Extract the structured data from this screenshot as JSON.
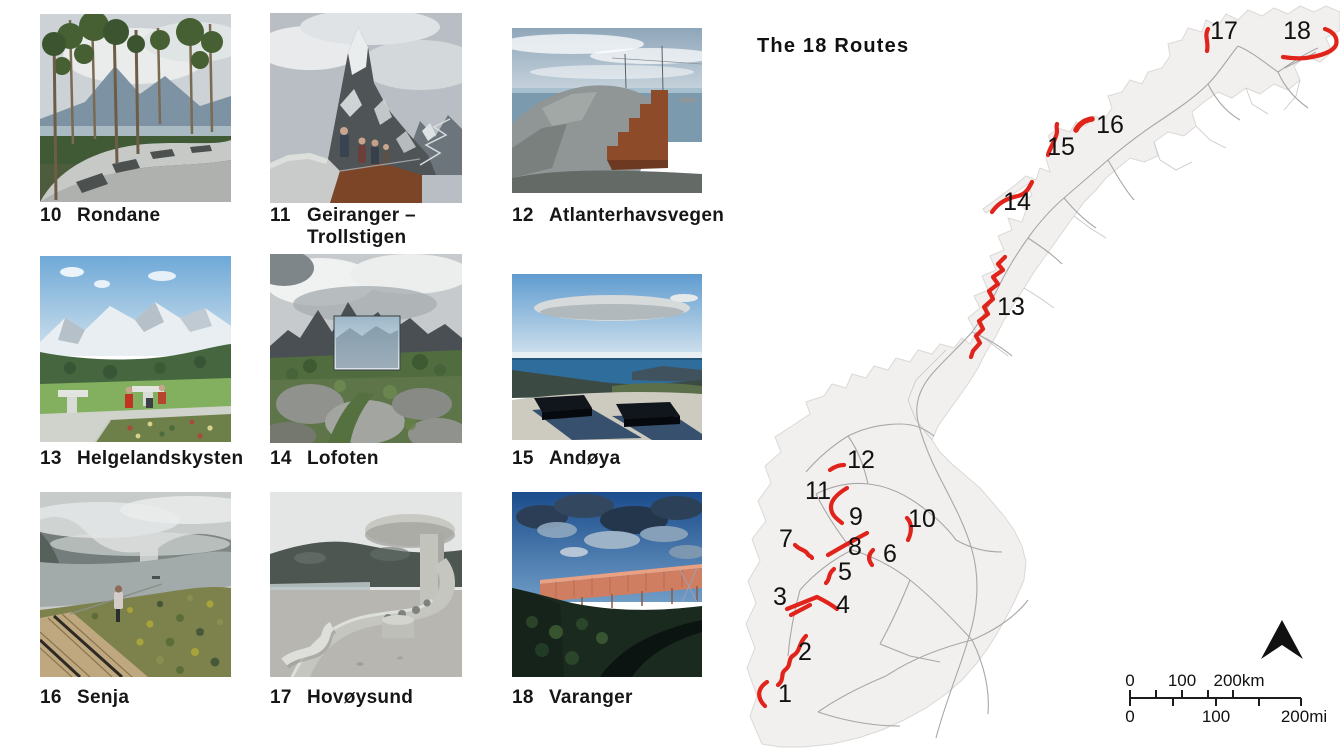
{
  "map": {
    "title": "The 18 Routes",
    "route_markers": [
      {
        "number": "1"
      },
      {
        "number": "2"
      },
      {
        "number": "3"
      },
      {
        "number": "4"
      },
      {
        "number": "5"
      },
      {
        "number": "6"
      },
      {
        "number": "7"
      },
      {
        "number": "8"
      },
      {
        "number": "9"
      },
      {
        "number": "10"
      },
      {
        "number": "11"
      },
      {
        "number": "12"
      },
      {
        "number": "13"
      },
      {
        "number": "14"
      },
      {
        "number": "15"
      },
      {
        "number": "16"
      },
      {
        "number": "17"
      },
      {
        "number": "18"
      }
    ],
    "scale_bar": {
      "km": [
        "0",
        "100",
        "200km"
      ],
      "mi": [
        "0",
        "100",
        "200mi"
      ]
    },
    "colors": {
      "route_red": "#e0241b",
      "land": "#f2f0ee",
      "road_line": "#a9a6a7",
      "text": "#111111"
    }
  },
  "figures": {
    "items": [
      {
        "number": "10",
        "name": "Rondane",
        "name_line2": ""
      },
      {
        "number": "11",
        "name": "Geiranger –",
        "name_line2": "Trollstigen"
      },
      {
        "number": "12",
        "name": "Atlanterhavsvegen",
        "name_line2": ""
      },
      {
        "number": "13",
        "name": "Helgelandskysten",
        "name_line2": ""
      },
      {
        "number": "14",
        "name": "Lofoten",
        "name_line2": ""
      },
      {
        "number": "15",
        "name": "Andøya",
        "name_line2": ""
      },
      {
        "number": "16",
        "name": "Senja",
        "name_line2": ""
      },
      {
        "number": "17",
        "name": "Hovøysund",
        "name_line2": ""
      },
      {
        "number": "18",
        "name": "Varanger",
        "name_line2": ""
      }
    ]
  }
}
